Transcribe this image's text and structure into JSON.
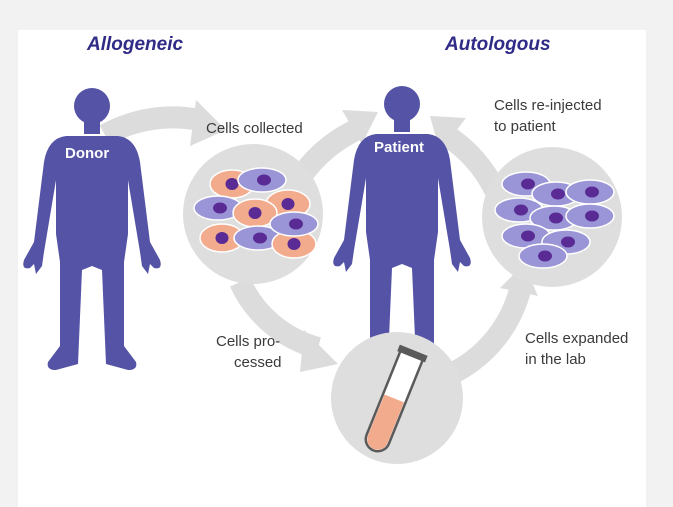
{
  "titles": {
    "allogeneic": "Allogeneic",
    "autologous": "Autologous"
  },
  "figures": {
    "donor": "Donor",
    "patient": "Patient"
  },
  "steps": {
    "collected": "Cells collected",
    "reinjected_line1": "Cells re-injected",
    "reinjected_line2": "to patient",
    "processed_line1": "Cells pro-",
    "processed_line2": "cessed",
    "expanded_line1": "Cells expanded",
    "expanded_line2": "in the lab"
  },
  "icons": {
    "collected_cells": "mixed-cell-cluster-icon",
    "expanded_cells": "uniform-cell-cluster-icon",
    "lab": "test-tube-icon"
  },
  "colors": {
    "figure": "#5453a6",
    "title": "#2f2b86",
    "arrow": "#dcdcdc",
    "circle": "#dedede",
    "cell_purple": "#9a95d6",
    "cell_orange": "#f2ab8d",
    "nucleus": "#5a2b94"
  }
}
